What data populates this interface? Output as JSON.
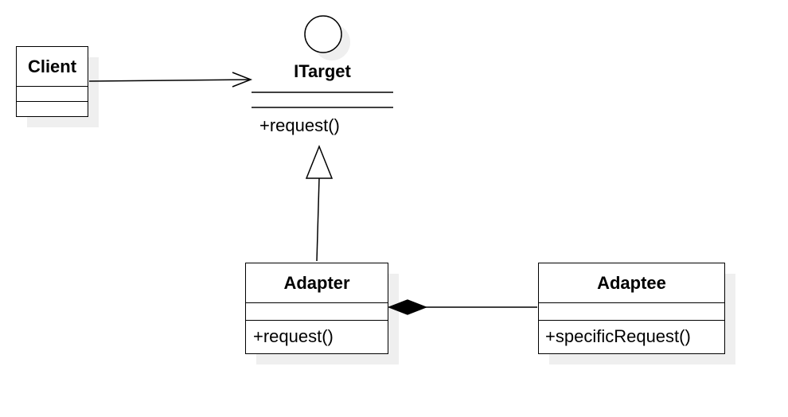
{
  "diagram": {
    "client": {
      "name": "Client"
    },
    "itarget": {
      "name": "ITarget",
      "operations": [
        "+request()"
      ]
    },
    "adapter": {
      "name": "Adapter",
      "operations": [
        "+request()"
      ]
    },
    "adaptee": {
      "name": "Adaptee",
      "operations": [
        "+specificRequest()"
      ]
    }
  }
}
